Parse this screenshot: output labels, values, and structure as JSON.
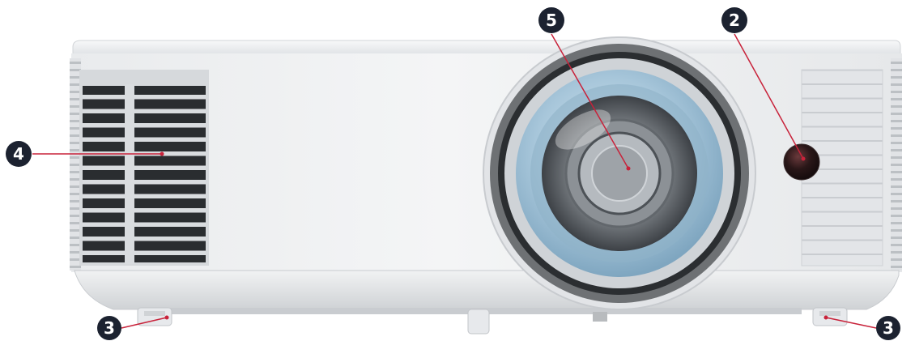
{
  "callouts": [
    {
      "id": "callout-4",
      "label": "4"
    },
    {
      "id": "callout-5",
      "label": "5"
    },
    {
      "id": "callout-2",
      "label": "2"
    },
    {
      "id": "callout-3-left",
      "label": "3"
    },
    {
      "id": "callout-3-right",
      "label": "3"
    }
  ],
  "colors": {
    "callout_fill": "#1c2230",
    "leader_line": "#c8223a",
    "body": "#eceef0",
    "lens_ring": "#7a7d80",
    "lens_glass": "#a9c8dc",
    "sensor": "#201617"
  }
}
